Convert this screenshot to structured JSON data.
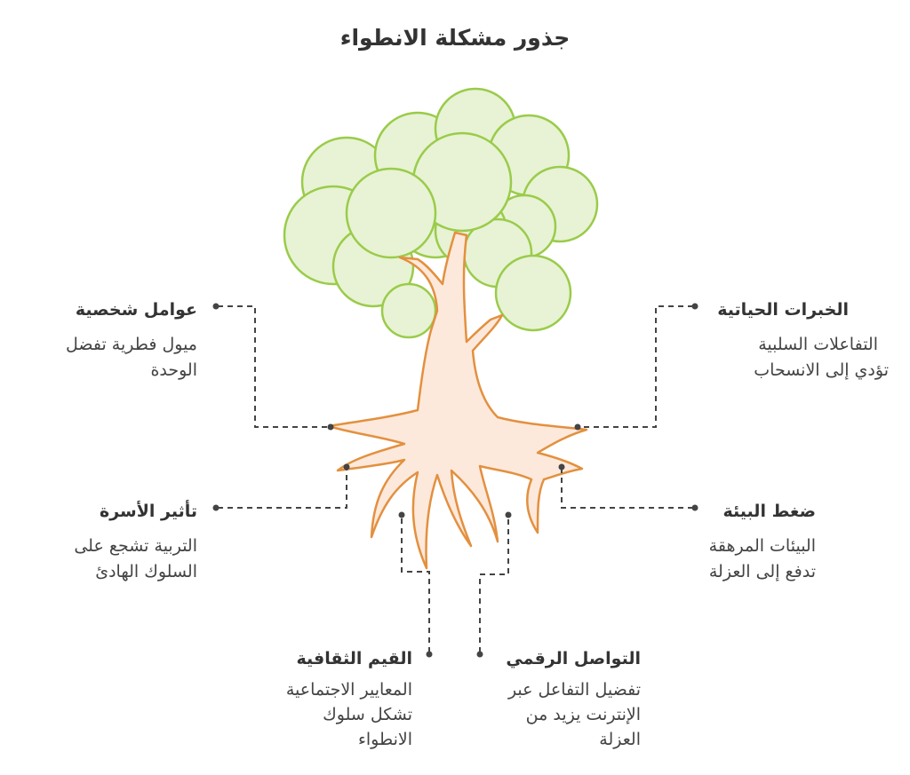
{
  "title": "جذور مشكلة الانطواء",
  "factors": {
    "personal": {
      "heading": "عوامل شخصية",
      "line1": "ميول فطرية تفضل",
      "line2": "الوحدة"
    },
    "family": {
      "heading": "تأثير الأسرة",
      "line1": "التربية تشجع على",
      "line2": "السلوك الهادئ"
    },
    "culture": {
      "heading": "القيم الثقافية",
      "line1": "المعايير الاجتماعية",
      "line2": "تشكل سلوك",
      "line3": "الانطواء"
    },
    "digital": {
      "heading": "التواصل الرقمي",
      "line1": "تفضيل التفاعل عبر",
      "line2": "الإنترنت يزيد من",
      "line3": "العزلة"
    },
    "environment": {
      "heading": "ضغط البيئة",
      "line1": "البيئات المرهقة",
      "line2": "تدفع إلى العزلة"
    },
    "experiences": {
      "heading": "الخبرات الحياتية",
      "line1": "التفاعلات السلبية",
      "line2": "تؤدي إلى الانسحاب"
    }
  },
  "colors": {
    "canopy_fill": "#e7f3d4",
    "canopy_stroke": "#9acb4a",
    "trunk_fill": "#fde9dc",
    "trunk_stroke": "#e3903f",
    "connector": "#444444"
  }
}
